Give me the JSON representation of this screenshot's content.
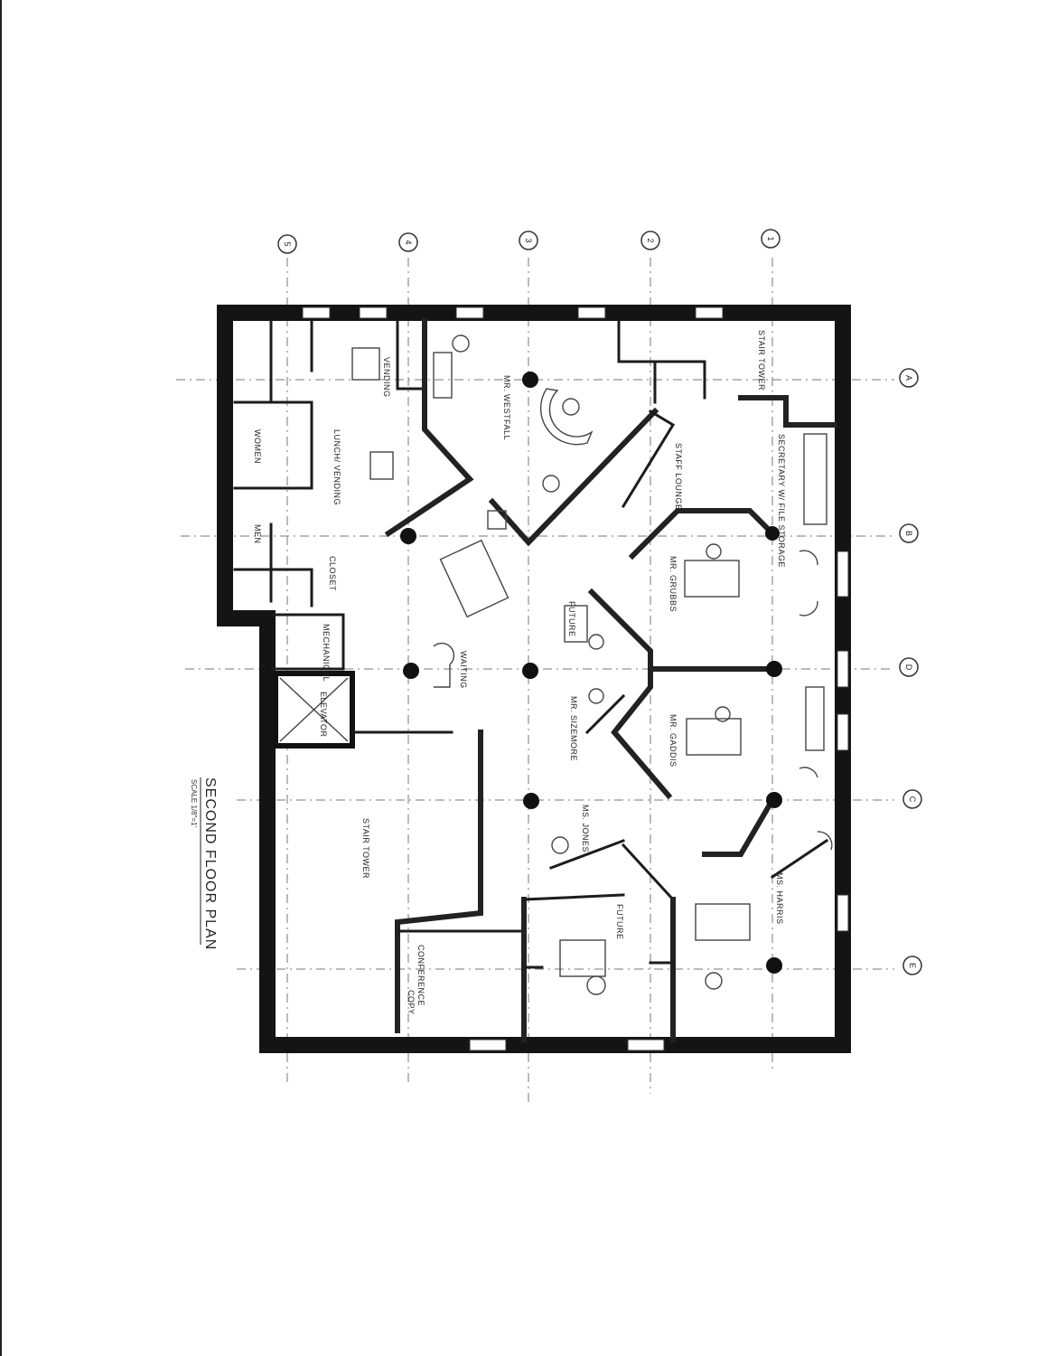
{
  "title": "SECOND FLOOR PLAN",
  "scale_note": "SCALE 1/8\"=1'",
  "grid_bubbles_top": [
    "5",
    "4",
    "3",
    "2",
    "1"
  ],
  "grid_bubbles_right": [
    "A",
    "B",
    "D",
    "C",
    "E"
  ],
  "rooms": {
    "women": "WOMEN",
    "men": "MEN",
    "lunch_vending": "LUNCH/ VENDING",
    "vending": "VENDING",
    "closet": "CLOSET",
    "mechanical": "MECHANICAL",
    "elevator": "ELEVATOR",
    "mr_westfall": "MR. WESTFALL",
    "stair_tower_top": "STAIR TOWER",
    "stair_tower_main": "STAIR TOWER",
    "staff_lounge": "STAFF LOUNGE",
    "mr_grubbs": "MR. GRUBBS",
    "waiting": "WAITING",
    "future_1": "FUTURE",
    "mr_gaddis": "MR. GADDIS",
    "mr_sizemore": "MR. SIZEMORE",
    "ms_jones": "MS. JONES",
    "future_2": "FUTURE",
    "ms_harris": "MS. HARRIS",
    "conference": "CONFERENCE",
    "copy": "COPY",
    "secretary_file": "SECRETARY W/ FILE STORAGE"
  }
}
